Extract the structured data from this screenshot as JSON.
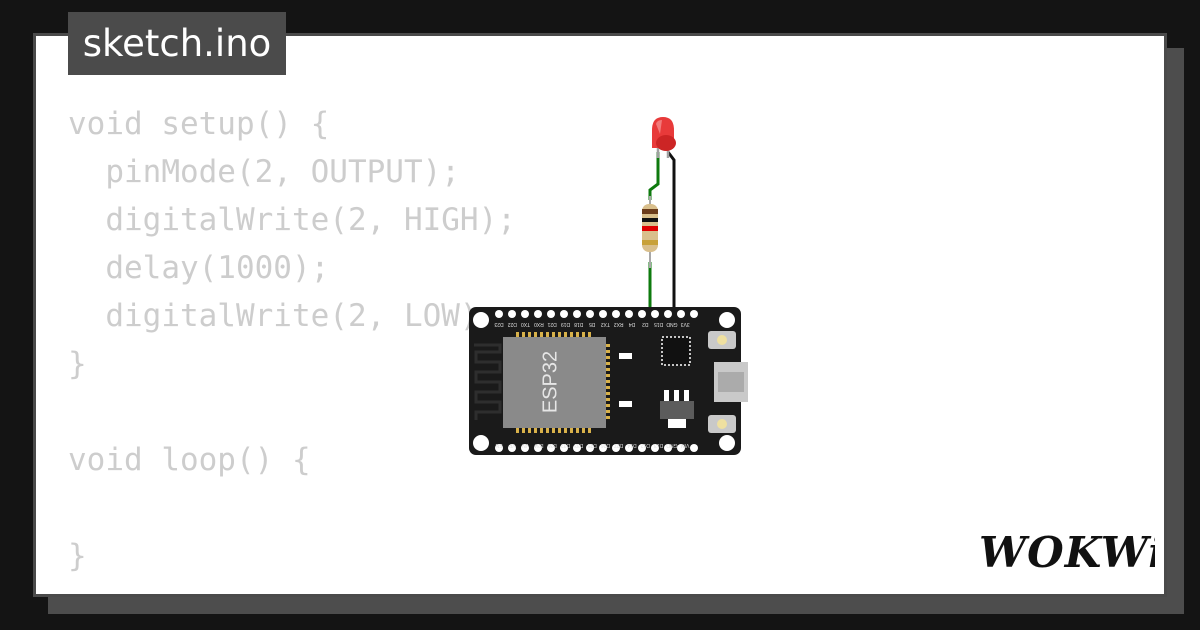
{
  "file_tab": {
    "label": "sketch.ino"
  },
  "code_lines": [
    "void setup() {",
    "  pinMode(2, OUTPUT);",
    "  digitalWrite(2, HIGH);",
    "  delay(1000);",
    "  digitalWrite(2, LOW);",
    "}",
    "",
    "void loop() {",
    "",
    "}"
  ],
  "board": {
    "chip_label": "ESP32",
    "top_pins": [
      "D23",
      "D22",
      "TX0",
      "RX0",
      "D21",
      "D19",
      "D18",
      "D5",
      "TX2",
      "RX2",
      "D4",
      "D2",
      "D15",
      "GND",
      "3V3"
    ],
    "bottom_pins": [
      "EN",
      "VP",
      "VN",
      "D34",
      "D35",
      "D32",
      "D33",
      "D25",
      "D26",
      "D27",
      "D14",
      "D12",
      "D13",
      "GND",
      "VIN"
    ]
  },
  "logo": {
    "text": "WOKWi"
  },
  "colors": {
    "background": "#141414",
    "card": "#ffffff",
    "shadow": "#4d4d4d",
    "tab": "#4b4b4b",
    "code_text": "#cdcdcd",
    "board": "#1a1a1a",
    "chip": "#8a8a8a",
    "led": "#e83a3a",
    "wire_green": "#0e7a0e",
    "wire_black": "#111111"
  }
}
